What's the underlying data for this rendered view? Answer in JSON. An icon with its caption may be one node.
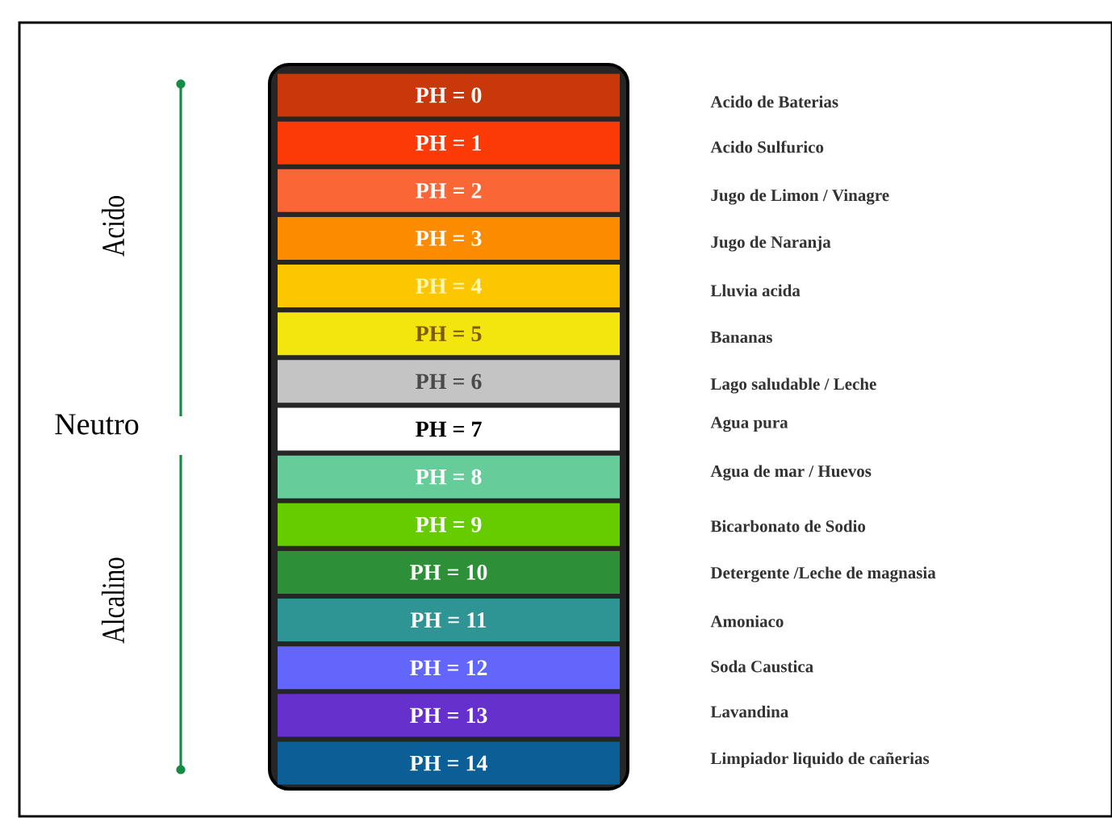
{
  "diagram": {
    "nodes": [
      {
        "text": [
          "PH = 0"
        ]
      },
      {
        "text": [
          "PH = 1"
        ]
      },
      {
        "text": [
          "PH = 2"
        ]
      },
      {
        "text": [
          "PH = 3"
        ]
      },
      {
        "text": [
          "PH = 4"
        ]
      },
      {
        "text": [
          "PH = 5"
        ]
      },
      {
        "text": [
          "PH = 6"
        ]
      },
      {
        "text": [
          "PH = 7"
        ]
      },
      {
        "text": [
          "PH = 8"
        ]
      },
      {
        "text": [
          "PH = 9"
        ]
      },
      {
        "text": [
          "PH = 10"
        ]
      },
      {
        "text": [
          "PH = 11"
        ]
      },
      {
        "text": [
          "PH = 12"
        ]
      },
      {
        "text": [
          "PH = 13"
        ]
      },
      {
        "text": [
          "PH = 14"
        ]
      }
    ],
    "labels": [
      "Acido",
      "Neutro",
      "Alcalino",
      "Acido de Baterias",
      "Acido Sulfurico",
      "Jugo de Limon / Vinagre",
      "Jugo de Naranja",
      "Lluvia acida",
      "Bananas",
      "Lago saludable / Leche",
      "Agua pura",
      "Agua de mar / Huevos",
      "Bicarbonato de Sodio",
      "Detergente /Leche de magnasia",
      "Amoniaco",
      "Soda Caustica",
      "Lavandina",
      "Limpiador liquido de cañerias"
    ]
  }
}
